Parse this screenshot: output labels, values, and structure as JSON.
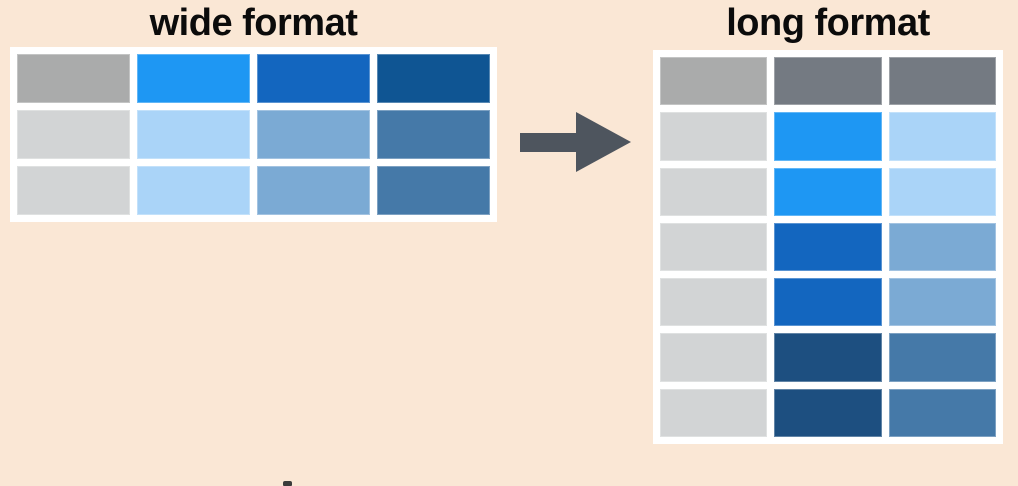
{
  "background_color": "#FAE7D5",
  "frame_color": "#FFFFFF",
  "title_color": "#0B0B0B",
  "arrow": {
    "icon": "right-arrow",
    "color": "#4E555E"
  },
  "palette": {
    "gray_header": "#AAABAB",
    "gray_light": "#D2D4D5",
    "slate_gray": "#747A82",
    "blue_bright": "#1E97F3",
    "blue_medium": "#1366BF",
    "blue_dark": "#0F5593",
    "blue_light": "#AAD4F8",
    "blue_muted": "#7BAAD4",
    "blue_steel": "#4579A8",
    "navy_dark": "#1D4F80"
  },
  "wide_table": {
    "title": "wide format",
    "columns": 4,
    "rows": [
      [
        "gray_header",
        "blue_bright",
        "blue_medium",
        "blue_dark"
      ],
      [
        "gray_light",
        "blue_light",
        "blue_muted",
        "blue_steel"
      ],
      [
        "gray_light",
        "blue_light",
        "blue_muted",
        "blue_steel"
      ]
    ]
  },
  "long_table": {
    "title": "long format",
    "columns": 3,
    "rows": [
      [
        "gray_header",
        "slate_gray",
        "slate_gray"
      ],
      [
        "gray_light",
        "blue_bright",
        "blue_light"
      ],
      [
        "gray_light",
        "blue_bright",
        "blue_light"
      ],
      [
        "gray_light",
        "blue_medium",
        "blue_muted"
      ],
      [
        "gray_light",
        "blue_medium",
        "blue_muted"
      ],
      [
        "gray_light",
        "navy_dark",
        "blue_steel"
      ],
      [
        "gray_light",
        "navy_dark",
        "blue_steel"
      ]
    ]
  },
  "artifact": {
    "color": "#3B3B3B"
  }
}
